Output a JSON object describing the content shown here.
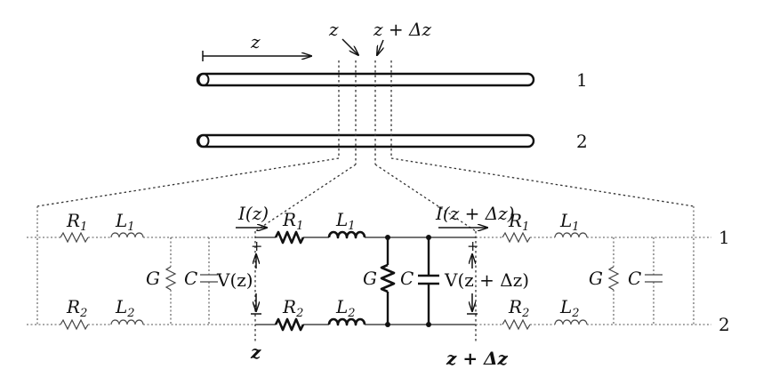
{
  "top": {
    "z_arrow_label": "z",
    "z_pointer_label": "z",
    "z_dz_pointer_label": "z + Δz",
    "conductor_1_label": "1",
    "conductor_2_label": "2"
  },
  "circuit": {
    "left_section": {
      "r1": "R",
      "r1_sub": "1",
      "l1": "L",
      "l1_sub": "1",
      "r2": "R",
      "r2_sub": "2",
      "l2": "L",
      "l2_sub": "2",
      "g": "G",
      "c": "C"
    },
    "center_section": {
      "current_in": "I(z)",
      "current_out": "I(z + Δz)",
      "voltage_in": "V(z)",
      "voltage_out": "V(z + Δz)",
      "r1": "R",
      "r1_sub": "1",
      "l1": "L",
      "l1_sub": "1",
      "r2": "R",
      "r2_sub": "2",
      "l2": "L",
      "l2_sub": "2",
      "g": "G",
      "c": "C",
      "plus": "+",
      "minus": "−",
      "pos_z": "z",
      "pos_z_dz": "z + Δz"
    },
    "right_section": {
      "r1": "R",
      "r1_sub": "1",
      "l1": "L",
      "l1_sub": "1",
      "r2": "R",
      "r2_sub": "2",
      "l2": "L",
      "l2_sub": "2",
      "g": "G",
      "c": "C"
    },
    "line_1_label": "1",
    "line_2_label": "2"
  }
}
